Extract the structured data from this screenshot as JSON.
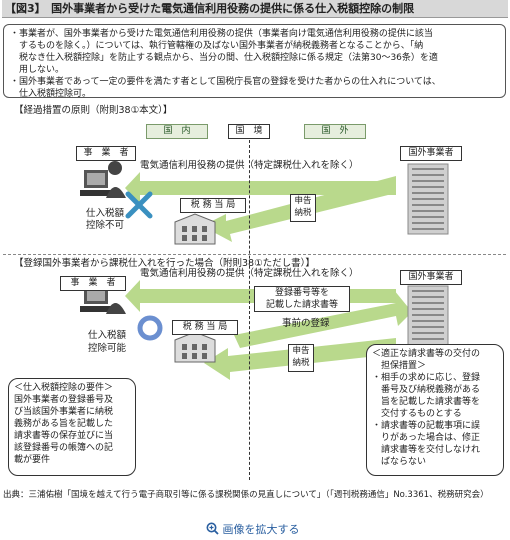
{
  "title": "【図3】　国外事業者から受けた電気通信利用役務の提供に係る仕入税額控除の制限",
  "note": [
    "・事業者が、国外事業者から受けた電気通信利用役務の提供（事業者向け電気通信利用役務の提供に該当",
    "　するものを除く。）については、執行管轄権の及ばない国外事業者が納税義務者となることから、「納",
    "　税なき仕入税額控除」を防止する観点から、当分の間、仕入税額控除に係る規定（法第30〜36条）を適",
    "　用しない。",
    "・国外事業者であって一定の要件を満たす者として国税庁長官の登録を受けた者からの仕入れについては、",
    "　仕入税額控除可。"
  ],
  "section1": {
    "heading": "【経過措置の原則（附則38①本文）】",
    "zone_domestic": "国　内",
    "zone_border": "国　境",
    "zone_foreign": "国　外",
    "business": "事　業　者",
    "foreign_business": "国外事業者",
    "service": "電気通信利用役務の提供（特定課税仕入れを除く）",
    "tax_office": "税 務 当 局",
    "deduction": [
      "仕入税額",
      "控除不可"
    ],
    "filing": [
      "申告",
      "納税"
    ]
  },
  "section2": {
    "heading": "【登録国外事業者から課税仕入れを行った場合（附則38①ただし書）】",
    "business": "事　業　者",
    "foreign_business": "国外事業者",
    "service": "電気通信利用役務の提供（特定課税仕入れを除く）",
    "invoice": [
      "登録番号等を",
      "記載した請求書等"
    ],
    "registration": "事前の登録",
    "tax_office": "税 務 当 局",
    "deduction": [
      "仕入税額",
      "控除可能"
    ],
    "filing": [
      "申告",
      "納税"
    ],
    "requirements": [
      "＜仕入税額控除の要件＞",
      "国外事業者の登録番号及",
      "び当該国外事業者に納税",
      "義務がある旨を記載した",
      "請求書等の保存並びに当",
      "該登録番号の帳簿への記",
      "載が要件"
    ],
    "measures": [
      "＜適正な請求書等の交付の",
      "　担保措置＞",
      "・相手の求めに応じ、登録",
      "　番号及び納税義務がある",
      "　旨を記載した請求書等を",
      "　交付するものとする",
      "・請求書等の記載事項に誤",
      "　りがあった場合は、修正",
      "　請求書等を交付しなけれ",
      "　ばならない"
    ]
  },
  "source": "出典：三浦佑樹「国境を越えて行う電子商取引等に係る課税関係の見直しについて」（「週刊税務通信」No.3361、税務研究会）",
  "zoom_label": "画像を拡大する",
  "colors": {
    "arrow": "#b9d98c",
    "cross": "#3a90c0",
    "ring": "#6b8fd0"
  }
}
